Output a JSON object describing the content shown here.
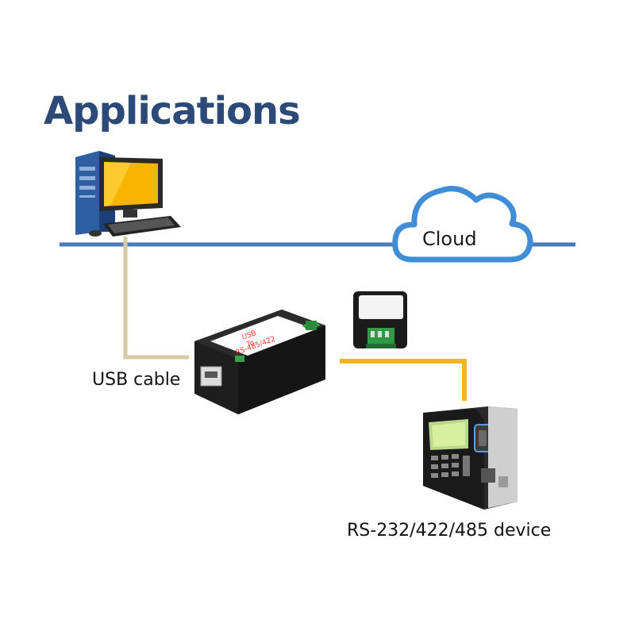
{
  "title": "Applications",
  "labels": {
    "cloud": "Cloud",
    "usb_cable": "USB cable",
    "device": "RS-232/422/485 device",
    "converter_text_1": "USB",
    "converter_text_2": "To",
    "converter_text_3": "RS-485/422"
  },
  "colors": {
    "network_line": "#4a7ab8",
    "usb_cable": "#d6c9a3",
    "serial_cable": "#f2b51c",
    "title": "#2c4a78",
    "converter_body": "#1e1e1e",
    "converter_label": "#e63b2e"
  },
  "icons": [
    "computer-icon",
    "cloud-icon",
    "usb-converter-icon",
    "terminal-block-module-icon",
    "fingerprint-attendance-terminal-icon"
  ]
}
